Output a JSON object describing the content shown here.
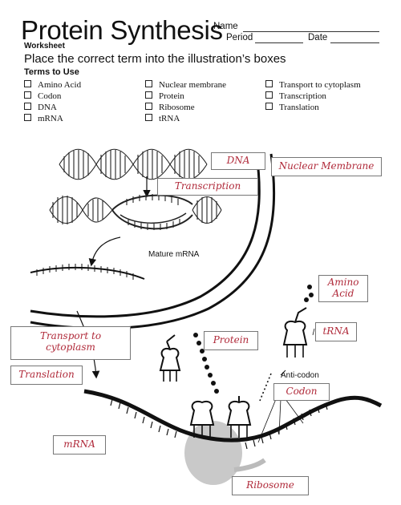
{
  "header": {
    "title": "Protein Synthesis",
    "subtitle": "Worksheet",
    "name_label": "Name",
    "period_label": "Period",
    "date_label": "Date"
  },
  "instructions": "Place the correct term into the illustration’s boxes",
  "terms": {
    "heading": "Terms to Use",
    "col1": [
      "Amino Acid",
      "Codon",
      "DNA",
      "mRNA"
    ],
    "col2": [
      "Nuclear membrane",
      "Protein",
      "Ribosome",
      "tRNA"
    ],
    "col3": [
      "Transport to cytoplasm",
      "Transcription",
      "Translation"
    ]
  },
  "diagram": {
    "answers": {
      "dna": "DNA",
      "nuclear_membrane": "Nuclear Membrane",
      "transcription": "Transcription",
      "amino_acid": "Amino Acid",
      "transport": "Transport to cytoplasm",
      "protein": "Protein",
      "trna": "tRNA",
      "translation": "Translation",
      "codon": "Codon",
      "mrna": "mRNA",
      "ribosome": "Ribosome"
    },
    "labels": {
      "mature_mrna": "Mature mRNA",
      "anti_codon": "Anti-codon"
    },
    "answer_color": "#b02a3a"
  }
}
